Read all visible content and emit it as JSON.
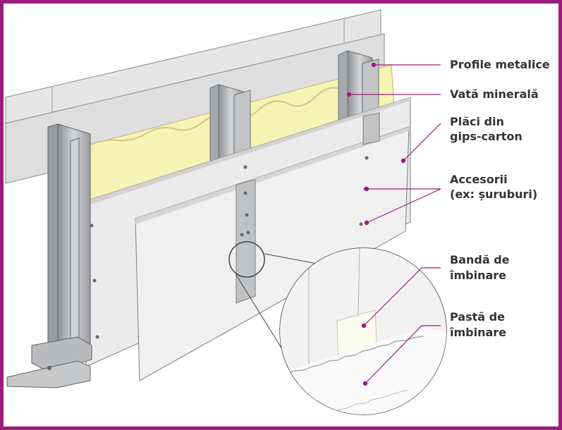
{
  "labels": {
    "profile": "Profile metalice",
    "wool": "Vată minerală",
    "boards_line1": "Plăci din",
    "boards_line2": "gips-carton",
    "accessories_line1": "Accesorii",
    "accessories_line2": "(ex: șuruburi)",
    "tape_line1": "Bandă de",
    "tape_line2": "îmbinare",
    "paste_line1": "Pastă de",
    "paste_line2": "îmbinare"
  },
  "colors": {
    "frame": "#9b1d7b",
    "leader": "#9b1d7b",
    "text": "#333333",
    "wool": "#f7f3b5",
    "board": "#ececec",
    "steel": "#b4b6b8"
  }
}
